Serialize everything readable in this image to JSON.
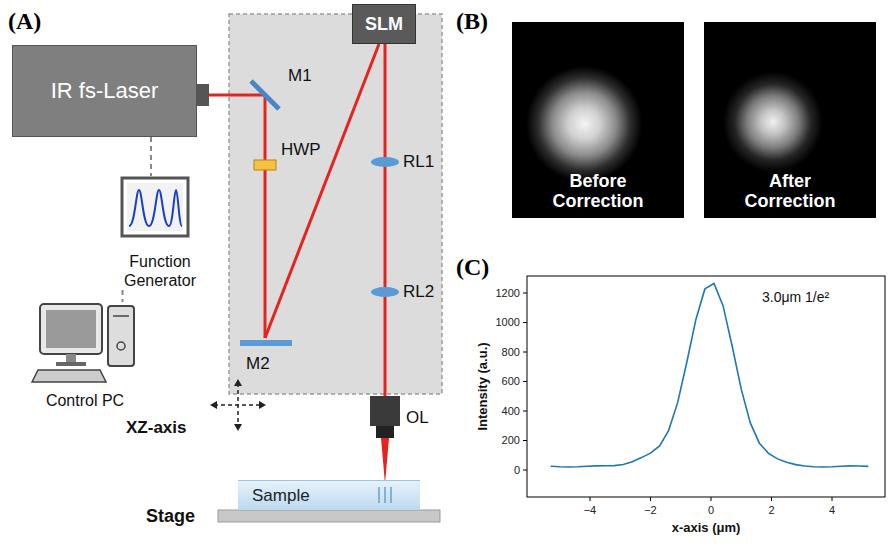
{
  "diagram": {
    "nodes": [
      {
        "text": [
          "IR fs-Laser"
        ]
      },
      {
        "text": [
          "Function Generator"
        ]
      },
      {
        "text": [
          "Control PC"
        ]
      },
      {
        "text": [
          "SLM"
        ]
      },
      {
        "text": [
          "Sample"
        ]
      },
      {
        "text": [
          "Before Correction"
        ]
      },
      {
        "text": [
          "After Correction"
        ]
      }
    ],
    "edges": [
      {
        "from": 0,
        "to": 1,
        "arrow": "none"
      },
      {
        "from": 1,
        "to": 2,
        "arrow": "none"
      }
    ],
    "labels": [
      "(A)",
      "(B)",
      "(C)",
      "M1",
      "HWP",
      "RL1",
      "RL2",
      "M2",
      "XZ-axis",
      "OL",
      "Stage",
      "Intensity (a.u.)",
      "x-axis (μm)",
      "3.0μm 1/e²",
      "1200",
      "1000",
      "800",
      "600",
      "400",
      "200",
      "0",
      "−4",
      "−2",
      "0",
      "2",
      "4"
    ]
  }
}
